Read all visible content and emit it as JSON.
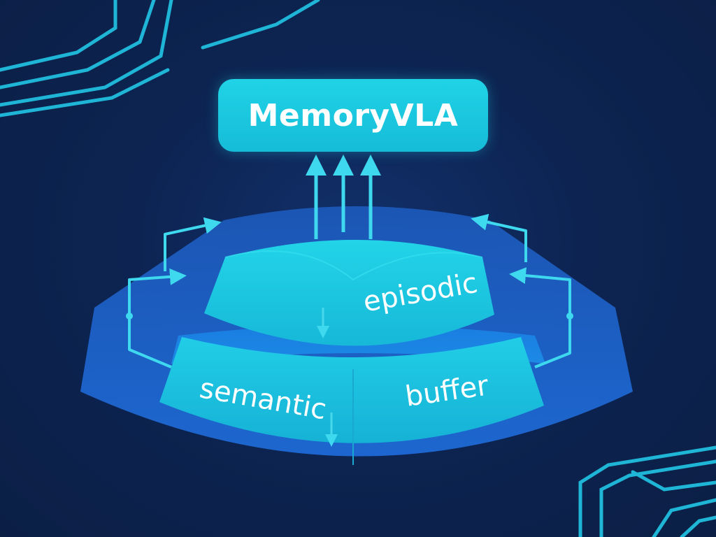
{
  "title": "MemoryVLA",
  "layers": {
    "episodic": "episodic",
    "semantic": "semantic",
    "buffer": "buffer"
  },
  "colors": {
    "background": "#0d2349",
    "accent_cyan": "#20d3e6",
    "platform_blue": "#1f63c8",
    "circuit_line": "#22c6e0"
  },
  "icons": [
    "up-arrow-icon",
    "down-arrow-icon",
    "loop-arrow-icon",
    "circuit-trace-icon"
  ]
}
